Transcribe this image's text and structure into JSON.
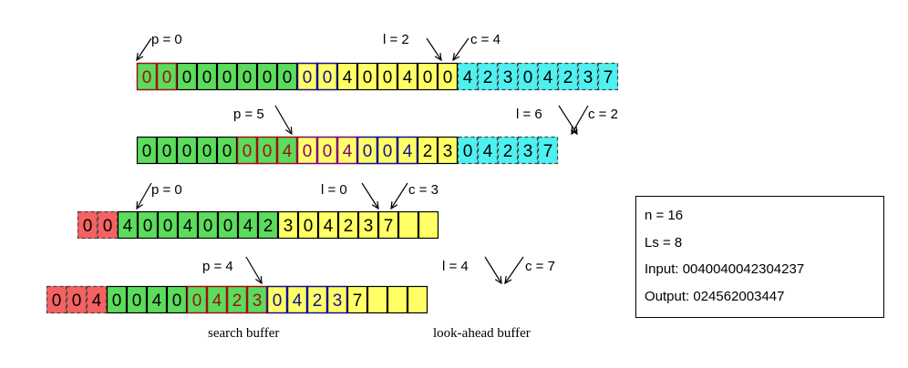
{
  "rows": [
    {
      "cells": [
        {
          "v": "0",
          "fill": "green",
          "text": "red",
          "border": "red"
        },
        {
          "v": "0",
          "fill": "green",
          "text": "red",
          "border": "red"
        },
        {
          "v": "0",
          "fill": "green",
          "text": "black",
          "border": "black"
        },
        {
          "v": "0",
          "fill": "green",
          "text": "black",
          "border": "black"
        },
        {
          "v": "0",
          "fill": "green",
          "text": "black",
          "border": "black"
        },
        {
          "v": "0",
          "fill": "green",
          "text": "black",
          "border": "black"
        },
        {
          "v": "0",
          "fill": "green",
          "text": "black",
          "border": "black"
        },
        {
          "v": "0",
          "fill": "green",
          "text": "black",
          "border": "black"
        },
        {
          "v": "0",
          "fill": "yellow",
          "text": "blue",
          "border": "blue"
        },
        {
          "v": "0",
          "fill": "yellow",
          "text": "blue",
          "border": "blue"
        },
        {
          "v": "4",
          "fill": "yellow",
          "text": "black",
          "border": "black"
        },
        {
          "v": "0",
          "fill": "yellow",
          "text": "black",
          "border": "black"
        },
        {
          "v": "0",
          "fill": "yellow",
          "text": "black",
          "border": "black"
        },
        {
          "v": "4",
          "fill": "yellow",
          "text": "black",
          "border": "black"
        },
        {
          "v": "0",
          "fill": "yellow",
          "text": "black",
          "border": "black"
        },
        {
          "v": "0",
          "fill": "yellow",
          "text": "black",
          "border": "black"
        },
        {
          "v": "4",
          "fill": "cyan",
          "text": "black",
          "border": "dashed"
        },
        {
          "v": "2",
          "fill": "cyan",
          "text": "black",
          "border": "dashed"
        },
        {
          "v": "3",
          "fill": "cyan",
          "text": "black",
          "border": "dashed"
        },
        {
          "v": "0",
          "fill": "cyan",
          "text": "black",
          "border": "dashed"
        },
        {
          "v": "4",
          "fill": "cyan",
          "text": "black",
          "border": "dashed"
        },
        {
          "v": "2",
          "fill": "cyan",
          "text": "black",
          "border": "dashed"
        },
        {
          "v": "3",
          "fill": "cyan",
          "text": "black",
          "border": "dashed"
        },
        {
          "v": "7",
          "fill": "cyan",
          "text": "black",
          "border": "dashed"
        }
      ],
      "labels": [
        {
          "name": "p",
          "text": "p = 0"
        },
        {
          "name": "l",
          "text": "l = 2"
        },
        {
          "name": "c",
          "text": "c = 4"
        }
      ]
    },
    {
      "cells": [
        {
          "v": "0",
          "fill": "green",
          "text": "black",
          "border": "black"
        },
        {
          "v": "0",
          "fill": "green",
          "text": "black",
          "border": "black"
        },
        {
          "v": "0",
          "fill": "green",
          "text": "black",
          "border": "black"
        },
        {
          "v": "0",
          "fill": "green",
          "text": "black",
          "border": "black"
        },
        {
          "v": "0",
          "fill": "green",
          "text": "black",
          "border": "black"
        },
        {
          "v": "0",
          "fill": "green",
          "text": "red",
          "border": "red"
        },
        {
          "v": "0",
          "fill": "green",
          "text": "red",
          "border": "red"
        },
        {
          "v": "4",
          "fill": "green",
          "text": "red",
          "border": "red"
        },
        {
          "v": "0",
          "fill": "yellow",
          "text": "purple",
          "border": "purple"
        },
        {
          "v": "0",
          "fill": "yellow",
          "text": "purple",
          "border": "purple"
        },
        {
          "v": "4",
          "fill": "yellow",
          "text": "purple",
          "border": "purple"
        },
        {
          "v": "0",
          "fill": "yellow",
          "text": "blue",
          "border": "blue"
        },
        {
          "v": "0",
          "fill": "yellow",
          "text": "blue",
          "border": "blue"
        },
        {
          "v": "4",
          "fill": "yellow",
          "text": "blue",
          "border": "blue"
        },
        {
          "v": "2",
          "fill": "yellow",
          "text": "black",
          "border": "black"
        },
        {
          "v": "3",
          "fill": "yellow",
          "text": "black",
          "border": "black"
        },
        {
          "v": "0",
          "fill": "cyan",
          "text": "black",
          "border": "dashed"
        },
        {
          "v": "4",
          "fill": "cyan",
          "text": "black",
          "border": "dashed"
        },
        {
          "v": "2",
          "fill": "cyan",
          "text": "black",
          "border": "dashed"
        },
        {
          "v": "3",
          "fill": "cyan",
          "text": "black",
          "border": "dashed"
        },
        {
          "v": "7",
          "fill": "cyan",
          "text": "black",
          "border": "dashed"
        }
      ],
      "labels": [
        {
          "name": "p",
          "text": "p = 5"
        },
        {
          "name": "l",
          "text": "l = 6"
        },
        {
          "name": "c",
          "text": "c = 2"
        }
      ]
    },
    {
      "cells": [
        {
          "v": "0",
          "fill": "red",
          "text": "black",
          "border": "dashed"
        },
        {
          "v": "0",
          "fill": "red",
          "text": "black",
          "border": "dashed"
        },
        {
          "v": "4",
          "fill": "green",
          "text": "black",
          "border": "black"
        },
        {
          "v": "0",
          "fill": "green",
          "text": "black",
          "border": "black"
        },
        {
          "v": "0",
          "fill": "green",
          "text": "black",
          "border": "black"
        },
        {
          "v": "4",
          "fill": "green",
          "text": "black",
          "border": "black"
        },
        {
          "v": "0",
          "fill": "green",
          "text": "black",
          "border": "black"
        },
        {
          "v": "0",
          "fill": "green",
          "text": "black",
          "border": "black"
        },
        {
          "v": "4",
          "fill": "green",
          "text": "black",
          "border": "black"
        },
        {
          "v": "2",
          "fill": "green",
          "text": "black",
          "border": "black"
        },
        {
          "v": "3",
          "fill": "yellow",
          "text": "black",
          "border": "black"
        },
        {
          "v": "0",
          "fill": "yellow",
          "text": "black",
          "border": "black"
        },
        {
          "v": "4",
          "fill": "yellow",
          "text": "black",
          "border": "black"
        },
        {
          "v": "2",
          "fill": "yellow",
          "text": "black",
          "border": "black"
        },
        {
          "v": "3",
          "fill": "yellow",
          "text": "black",
          "border": "black"
        },
        {
          "v": "7",
          "fill": "yellow",
          "text": "black",
          "border": "black"
        },
        {
          "v": "",
          "fill": "yellow",
          "text": "black",
          "border": "black"
        },
        {
          "v": "",
          "fill": "yellow",
          "text": "black",
          "border": "black"
        }
      ],
      "labels": [
        {
          "name": "p",
          "text": "p = 0"
        },
        {
          "name": "l",
          "text": "l = 0"
        },
        {
          "name": "c",
          "text": "c = 3"
        }
      ]
    },
    {
      "cells": [
        {
          "v": "0",
          "fill": "red",
          "text": "black",
          "border": "dashed"
        },
        {
          "v": "0",
          "fill": "red",
          "text": "black",
          "border": "dashed"
        },
        {
          "v": "4",
          "fill": "red",
          "text": "black",
          "border": "dashed"
        },
        {
          "v": "0",
          "fill": "green",
          "text": "black",
          "border": "black"
        },
        {
          "v": "0",
          "fill": "green",
          "text": "black",
          "border": "black"
        },
        {
          "v": "4",
          "fill": "green",
          "text": "black",
          "border": "black"
        },
        {
          "v": "0",
          "fill": "green",
          "text": "black",
          "border": "black"
        },
        {
          "v": "0",
          "fill": "green",
          "text": "red",
          "border": "red"
        },
        {
          "v": "4",
          "fill": "green",
          "text": "red",
          "border": "red"
        },
        {
          "v": "2",
          "fill": "green",
          "text": "red",
          "border": "red"
        },
        {
          "v": "3",
          "fill": "green",
          "text": "red",
          "border": "red"
        },
        {
          "v": "0",
          "fill": "yellow",
          "text": "blue",
          "border": "blue"
        },
        {
          "v": "4",
          "fill": "yellow",
          "text": "blue",
          "border": "blue"
        },
        {
          "v": "2",
          "fill": "yellow",
          "text": "blue",
          "border": "blue"
        },
        {
          "v": "3",
          "fill": "yellow",
          "text": "blue",
          "border": "blue"
        },
        {
          "v": "7",
          "fill": "yellow",
          "text": "black",
          "border": "black"
        },
        {
          "v": "",
          "fill": "yellow",
          "text": "black",
          "border": "black"
        },
        {
          "v": "",
          "fill": "yellow",
          "text": "black",
          "border": "black"
        },
        {
          "v": "",
          "fill": "yellow",
          "text": "black",
          "border": "black"
        }
      ],
      "labels": [
        {
          "name": "p",
          "text": "p = 4"
        },
        {
          "name": "l",
          "text": "l = 4"
        },
        {
          "name": "c",
          "text": "c = 7"
        }
      ]
    }
  ],
  "captions": {
    "search": "search buffer",
    "lookahead": "look-ahead buffer"
  },
  "info": {
    "n": "n = 16",
    "ls": "Ls = 8",
    "input": "Input: 0040040042304237",
    "output": "Output: 024562003447"
  },
  "colors": {
    "green": "#5cdc5c",
    "yellow": "#ffff66",
    "cyan": "#4ef0f0",
    "red": "#f56262",
    "text_red": "#a01010",
    "text_blue": "#101090",
    "text_purple": "#800080",
    "border_black": "#000000",
    "border_red": "#a01010",
    "border_blue": "#101090",
    "border_purple": "#800080",
    "border_dashed": "#444444"
  }
}
